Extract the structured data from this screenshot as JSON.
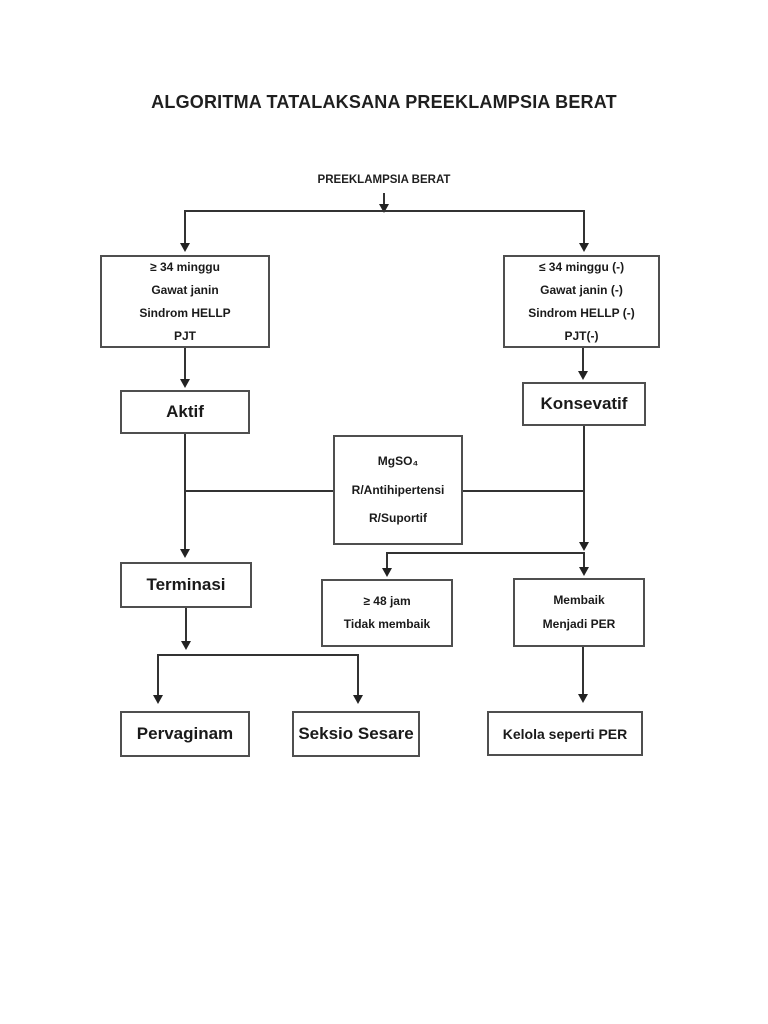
{
  "page": {
    "title": "ALGORITMA TATALAKSANA PREEKLAMPSIA BERAT"
  },
  "nodes": {
    "root": {
      "label": "PREEKLAMPSIA BERAT"
    },
    "criteria_active": {
      "lines": [
        "≥ 34 minggu",
        "Gawat janin",
        "Sindrom HELLP",
        "PJT"
      ]
    },
    "criteria_conservative": {
      "lines": [
        "≤ 34 minggu (-)",
        "Gawat janin (-)",
        "Sindrom HELLP (-)",
        "PJT(-)"
      ]
    },
    "aktif": {
      "label": "Aktif"
    },
    "konservatif": {
      "label": "Konsevatif"
    },
    "terapi": {
      "lines": [
        "MgSO₄",
        "R/Antihipertensi",
        "R/Suportif"
      ]
    },
    "terminasi": {
      "label": "Terminasi"
    },
    "jam48": {
      "lines": [
        "≥ 48 jam",
        "Tidak membaik"
      ]
    },
    "membaik": {
      "lines": [
        "Membaik",
        "Menjadi PER"
      ]
    },
    "pervaginam": {
      "label": "Pervaginam"
    },
    "seksio": {
      "label": "Seksio Sesare"
    },
    "kelola": {
      "label": "Kelola seperti PER"
    }
  },
  "colors": {
    "background": "#ffffff",
    "line": "#333333",
    "box_border": "#4f4f4f",
    "text": "#1a1a1a"
  }
}
